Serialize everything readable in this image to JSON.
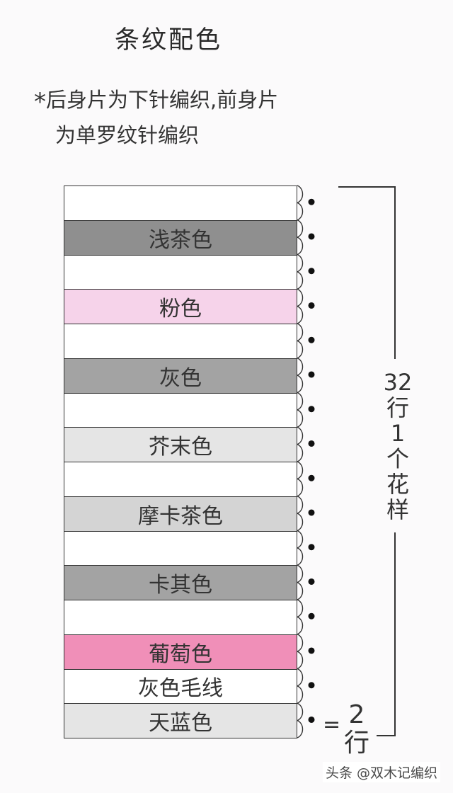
{
  "title": "条纹配色",
  "note": {
    "mark": "*",
    "line1": "后身片为下针编织,前身片",
    "line2": "为单罗纹针编织"
  },
  "stripes": [
    {
      "label": "",
      "color": "#ffffff"
    },
    {
      "label": "浅茶色",
      "color": "#8f8f8f"
    },
    {
      "label": "",
      "color": "#ffffff"
    },
    {
      "label": "粉色",
      "color": "#f6d3ea"
    },
    {
      "label": "",
      "color": "#ffffff"
    },
    {
      "label": "灰色",
      "color": "#a3a3a3"
    },
    {
      "label": "",
      "color": "#ffffff"
    },
    {
      "label": "芥末色",
      "color": "#e5e5e5"
    },
    {
      "label": "",
      "color": "#ffffff"
    },
    {
      "label": "摩卡茶色",
      "color": "#d4d4d4"
    },
    {
      "label": "",
      "color": "#ffffff"
    },
    {
      "label": "卡其色",
      "color": "#a3a3a3"
    },
    {
      "label": "",
      "color": "#ffffff"
    },
    {
      "label": "葡萄色",
      "color": "#f08fb8"
    },
    {
      "label": "灰色毛线",
      "color": "#ffffff"
    },
    {
      "label": "天蓝色",
      "color": "#e5e5e5"
    }
  ],
  "pattern_label": [
    "32",
    "行",
    "1",
    "个",
    "花",
    "样"
  ],
  "unit_label": {
    "equals": "=",
    "lines": [
      "2",
      "行"
    ]
  },
  "watermark": "头条 @双木记编织"
}
